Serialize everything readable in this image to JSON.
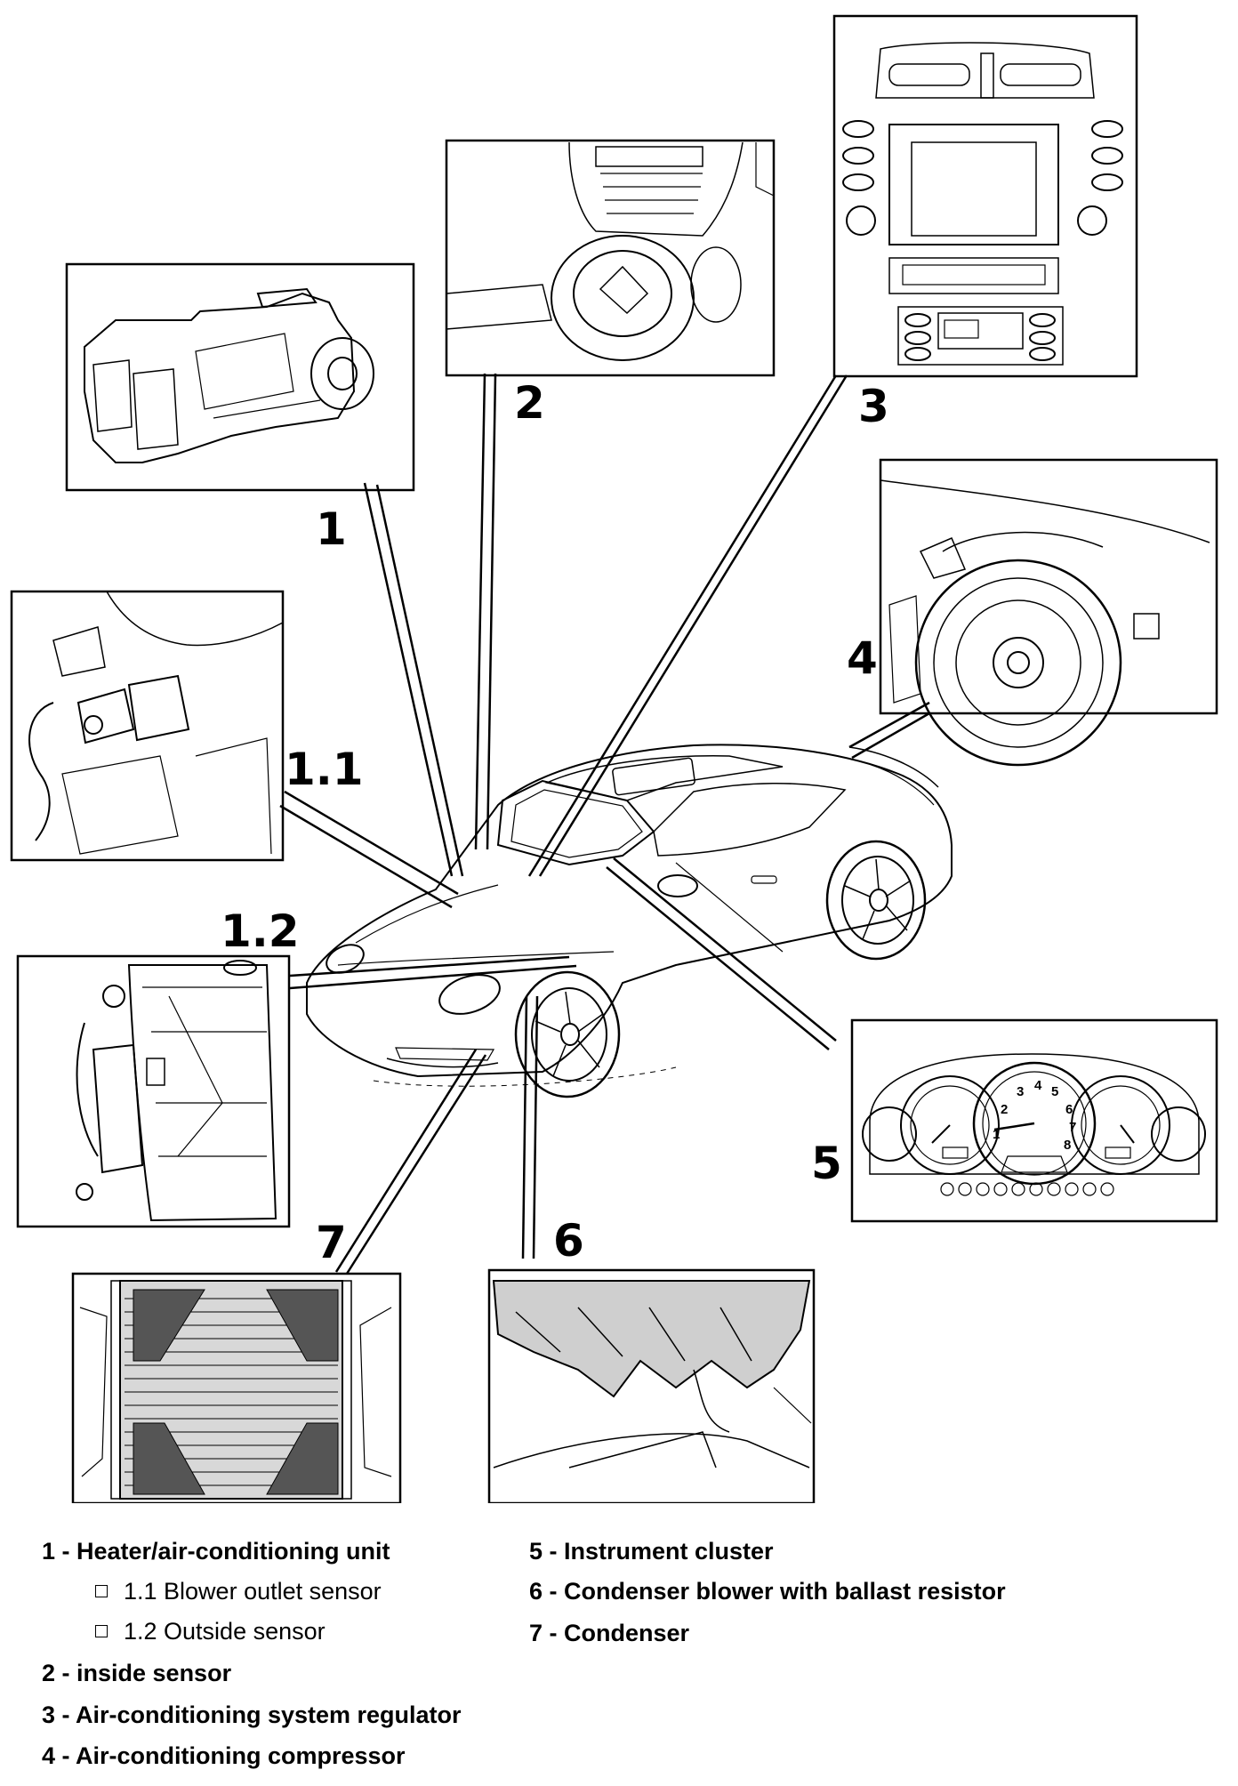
{
  "callouts": {
    "c1": "1",
    "c1_1": "1.1",
    "c1_2": "1.2",
    "c2": "2",
    "c3": "3",
    "c4": "4",
    "c5": "5",
    "c6": "6",
    "c7": "7"
  },
  "legend": {
    "left": [
      {
        "id": "1",
        "text": "1 - Heater/air-conditioning unit"
      },
      {
        "id": "1.1",
        "text": "1.1 Blower outlet sensor"
      },
      {
        "id": "1.2",
        "text": "1.2 Outside sensor"
      },
      {
        "id": "2",
        "text": "2 - inside sensor"
      },
      {
        "id": "3",
        "text": "3 - Air-conditioning system regulator"
      },
      {
        "id": "4",
        "text": "4 - Air-conditioning compressor"
      }
    ],
    "right": [
      {
        "id": "5",
        "text": "5 - Instrument cluster"
      },
      {
        "id": "6",
        "text": "6 - Condenser blower with ballast resistor"
      },
      {
        "id": "7",
        "text": "7 - Condenser"
      }
    ]
  },
  "gauge_numbers": {
    "tach": [
      "1",
      "2",
      "3",
      "4",
      "5",
      "6",
      "7",
      "8"
    ]
  }
}
